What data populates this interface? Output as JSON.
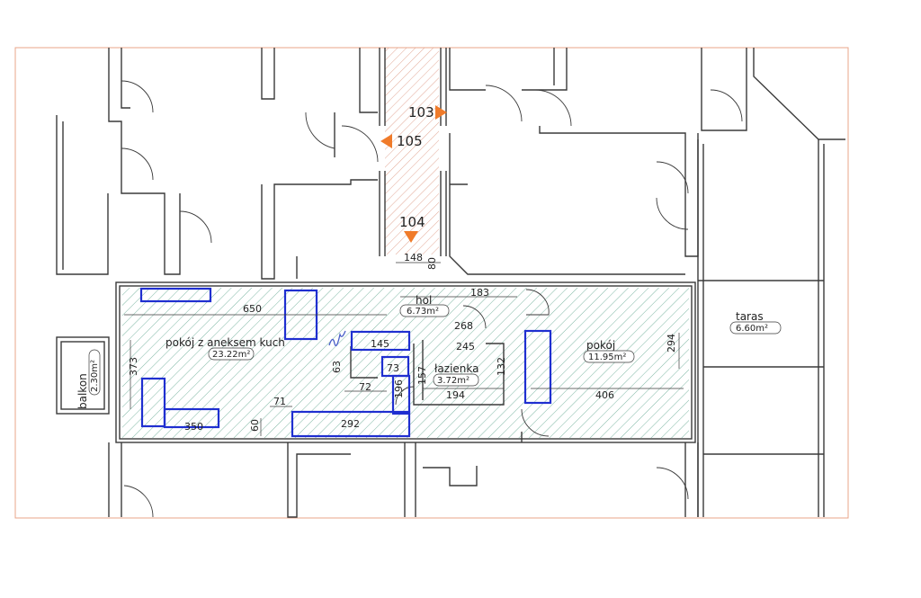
{
  "markers": {
    "m103": "103",
    "m105": "105",
    "m104": "104"
  },
  "rooms": {
    "kitchen_name": "pokój z aneksem kuch",
    "kitchen_area": "23.22m²",
    "hall_name": "hol",
    "hall_area": "6.73m²",
    "room_name": "pokój",
    "room_area": "11.95m²",
    "bath_name": "łazienka",
    "bath_area": "3.72m²",
    "balcony_name": "balkon",
    "balcony_area": "2.30m²",
    "terrace_name": "taras",
    "terrace_area": "6.60m²"
  },
  "dims": {
    "d148": "148",
    "d80": "80",
    "d183": "183",
    "d650": "650",
    "d268": "268",
    "d145": "145",
    "d245": "245",
    "d373": "373",
    "d63": "63",
    "d73": "73",
    "d157": "157",
    "d132": "132",
    "d72": "72",
    "d196": "196",
    "d194": "194",
    "d406": "406",
    "d294": "294",
    "d71": "71",
    "d60": "60",
    "d350": "350",
    "d292": "292"
  },
  "colors": {
    "walls": "#3a3a3a",
    "hatch": "#7fb7a4",
    "corridor_hatch": "#e2a896",
    "furniture": "#1f2fd0",
    "arrow": "#f07b2a",
    "sheet_border": "#e8a48a"
  }
}
